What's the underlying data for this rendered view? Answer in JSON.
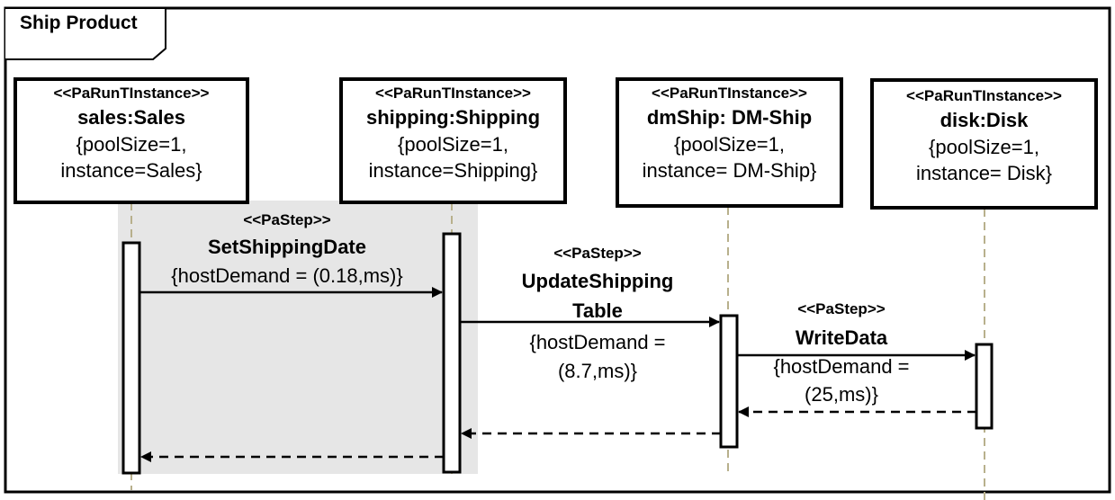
{
  "frame": {
    "title": "Ship Product"
  },
  "lifelines": [
    {
      "stereotype": "<<PaRunTInstance>>",
      "name": "sales:Sales",
      "props": [
        "{poolSize=1,",
        "instance=Sales}"
      ]
    },
    {
      "stereotype": "<<PaRunTInstance>>",
      "name": "shipping:Shipping",
      "props": [
        "{poolSize=1,",
        "instance=Shipping}"
      ]
    },
    {
      "stereotype": "<<PaRunTInstance>>",
      "name": "dmShip: DM-Ship",
      "props": [
        "{poolSize=1,",
        "instance= DM-Ship}"
      ]
    },
    {
      "stereotype": "<<PaRunTInstance>>",
      "name": "disk:Disk",
      "props": [
        "{poolSize=1,",
        "instance= Disk}"
      ]
    }
  ],
  "steps": [
    {
      "stereotype": "<<PaStep>>",
      "name": "SetShippingDate",
      "demand": [
        "{hostDemand = (0.18,ms)}"
      ]
    },
    {
      "stereotype": "<<PaStep>>",
      "name": [
        "UpdateShipping",
        "Table"
      ],
      "demand": [
        "{hostDemand =",
        "(8.7,ms)}"
      ]
    },
    {
      "stereotype": "<<PaStep>>",
      "name": "WriteData",
      "demand": [
        "{hostDemand =",
        "(25,ms)}"
      ]
    }
  ],
  "colors": {
    "highlight": "#e6e6e6",
    "lifeline": "#b8b08c",
    "line": "#000000"
  }
}
